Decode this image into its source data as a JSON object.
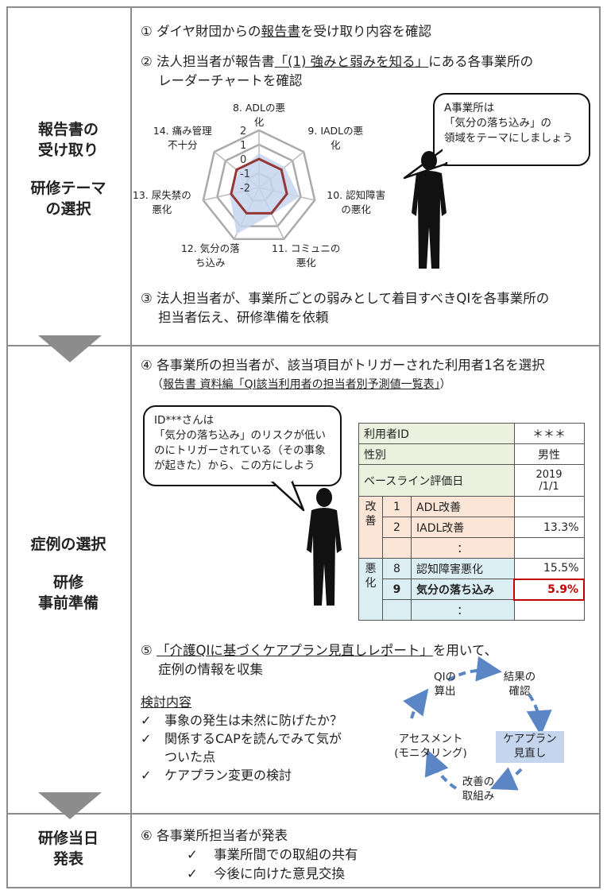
{
  "sections": [
    {
      "label_line1": "報告書の",
      "label_line2": "受け取り",
      "label_line3": "研修テーマ",
      "label_line4": "の選択"
    },
    {
      "label_line1": "症例の選択",
      "label_line2": "研修",
      "label_line3": "事前準備"
    },
    {
      "label_line1": "研修当日",
      "label_line2": "発表"
    }
  ],
  "step1": {
    "prefix": "① ダイヤ財団からの",
    "link": "報告書",
    "suffix": "を受け取り内容を確認"
  },
  "step2": {
    "prefix": "② 法人担当者が報告書",
    "link": "「(1) 強みと弱みを知る」",
    "suffix": "にある各事業所の",
    "line2": "レーダーチャートを確認"
  },
  "radar": {
    "axes": [
      "8. ADLの悪化",
      "9. IADLの悪化",
      "10. 認知障害の悪化",
      "11. コミュニの悪化",
      "12. 気分の落ち込み",
      "13. 尿失禁の悪化",
      "14. 痛み管理不十分"
    ],
    "axis_labels": [
      {
        "l1": "8. ADLの悪",
        "l2": "化"
      },
      {
        "l1": "9. IADLの悪",
        "l2": "化"
      },
      {
        "l1": "10. 認知障害",
        "l2": "の悪化"
      },
      {
        "l1": "11. コミュニの",
        "l2": "悪化"
      },
      {
        "l1": "12. 気分の落",
        "l2": "ち込み"
      },
      {
        "l1": "13. 尿失禁の",
        "l2": "悪化"
      },
      {
        "l1": "14. 痛み管理",
        "l2": "不十分"
      }
    ],
    "ticks": [
      "2",
      "1",
      "0",
      "-1",
      "-2"
    ],
    "series_values": [
      0.4,
      0.3,
      0.9,
      0.1,
      1.6,
      0.1,
      -0.2
    ],
    "baseline_value": 0
  },
  "bubble1": {
    "l1": "A事業所は",
    "l2": "「気分の落ち込み」の",
    "l3": "領域をテーマにしましょう"
  },
  "step3": {
    "l1": "③ 法人担当者が、事業所ごとの弱みとして着目すべきQIを各事業所の",
    "l2": "担当者伝え、研修準備を依頼"
  },
  "step4": {
    "l1": "④ 各事業所の担当者が、該当項目がトリガーされた利用者1名を選択",
    "l2_pre": "（",
    "l2_link": "報告書 資料編「QI該当利用者の担当者別予測値一覧表」",
    "l2_post": "）"
  },
  "bubble2": {
    "l1": "ID***さんは",
    "l2": "「気分の落ち込み」のリスクが低い",
    "l3": "のにトリガーされている（その事象",
    "l4": "が起きた）から、この方にしよう"
  },
  "table": {
    "user_id_label": "利用者ID",
    "user_id_value": "＊＊＊",
    "sex_label": "性別",
    "sex_value": "男性",
    "baseline_label": "ベースライン評価日",
    "baseline_value_l1": "2019",
    "baseline_value_l2": "/1/1",
    "improve_group_l1": "改",
    "improve_group_l2": "善",
    "worsen_group_l1": "悪",
    "worsen_group_l2": "化",
    "improve_rows": [
      {
        "num": "1",
        "name": "ADL改善",
        "value": ""
      },
      {
        "num": "2",
        "name": "IADL改善",
        "value": "13.3%"
      },
      {
        "num": "",
        "name": "：",
        "value": ""
      }
    ],
    "worsen_rows": [
      {
        "num": "8",
        "name": "認知障害悪化",
        "value": "15.5%"
      },
      {
        "num": "9",
        "name": "気分の落ち込み",
        "value": "5.9%"
      },
      {
        "num": "",
        "name": "：",
        "value": ""
      }
    ],
    "highlight_color": "#c00000"
  },
  "step5": {
    "prefix": "⑤ ",
    "link": "「介護QIに基づくケアプラン見直しレポート」",
    "suffix": "を用いて、",
    "line2": "症例の情報を収集"
  },
  "review": {
    "title": "検討内容",
    "items": [
      "事象の発生は未然に防げたか？",
      "関係するCAPを読んでみて気が",
      "ついた点",
      "ケアプラン変更の検討"
    ],
    "check": "✓"
  },
  "cycle": {
    "qi_l1": "QIの",
    "qi_l2": "算出",
    "result_l1": "結果の",
    "result_l2": "確認",
    "careplan_l1": "ケアプラン",
    "careplan_l2": "見直し",
    "improve_l1": "改善の",
    "improve_l2": "取組み",
    "assess_l1": "アセスメント",
    "assess_l2": "(モニタリング)",
    "arrow_color": "#5b86c5",
    "highlight_bg": "#c5d5ee"
  },
  "step6": {
    "title": "⑥ 各事業所担当者が発表",
    "items": [
      "事業所間での取組の共有",
      "今後に向けた意見交換"
    ],
    "check": "✓"
  }
}
